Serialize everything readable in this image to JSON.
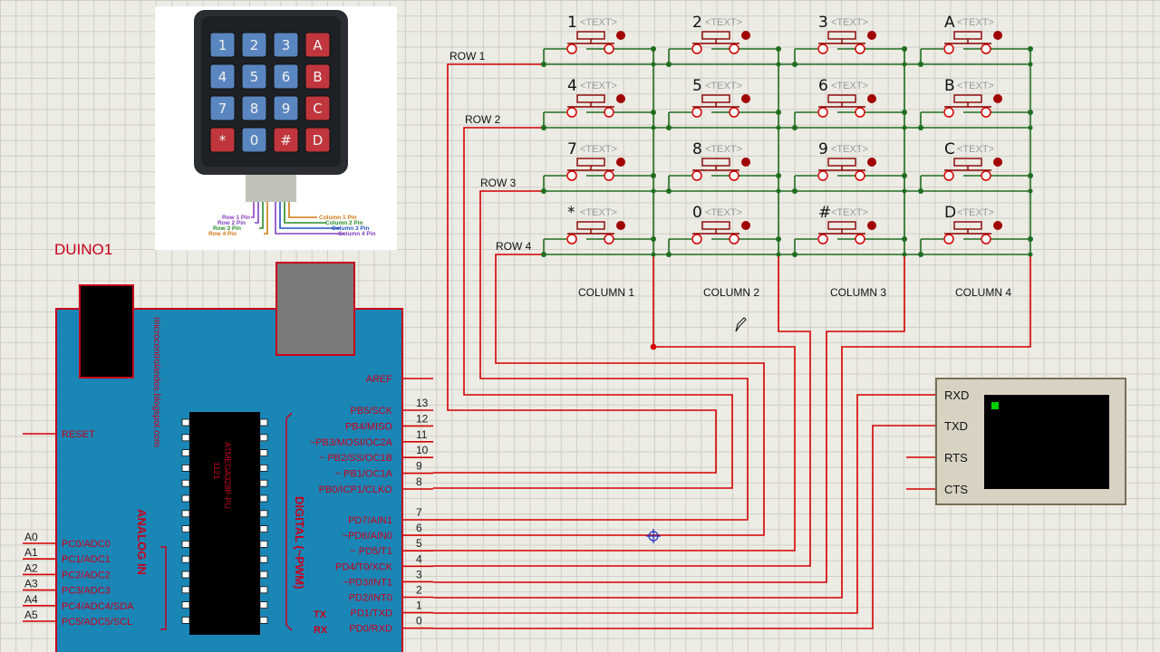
{
  "arduino": {
    "name": "DUINO1",
    "chip_part": "ATMEGA328P-PU",
    "chip_ref": "1121",
    "brand_text": "microcontrolandos.blogspot.com",
    "reset_label": "RESET",
    "aref_label": "AREF",
    "analog_header": "ANALOG IN",
    "digital_header": "DIGITAL (~PWM)",
    "tx_mark": "TX",
    "rx_mark": "RX",
    "analog_pins": [
      {
        "ext": "A0",
        "label": "PC0/ADC0"
      },
      {
        "ext": "A1",
        "label": "PC1/ADC1"
      },
      {
        "ext": "A2",
        "label": "PC2/ADC2"
      },
      {
        "ext": "A3",
        "label": "PC3/ADC3"
      },
      {
        "ext": "A4",
        "label": "PC4/ADC4/SDA"
      },
      {
        "ext": "A5",
        "label": "PC5/ADC5/SCL"
      }
    ],
    "digital_pins": [
      {
        "num": "13",
        "label": "PB5/SCK"
      },
      {
        "num": "12",
        "label": "PB4/MISO"
      },
      {
        "num": "11",
        "label": "~PB3/MOSI/OC2A"
      },
      {
        "num": "10",
        "label": "~ PB2/SS/OC1B"
      },
      {
        "num": "9",
        "label": "~ PB1/OC1A"
      },
      {
        "num": "8",
        "label": "PB0/ICP1/CLKO"
      },
      {
        "num": "7",
        "label": "PD7/AIN1"
      },
      {
        "num": "6",
        "label": "~PD6/AIN0"
      },
      {
        "num": "5",
        "label": "~ PD5/T1"
      },
      {
        "num": "4",
        "label": "PD4/T0/XCK"
      },
      {
        "num": "3",
        "label": "~PD3/INT1"
      },
      {
        "num": "2",
        "label": "PD2/INT0"
      },
      {
        "num": "1",
        "label": "PD1/TXD"
      },
      {
        "num": "0",
        "label": "PD0/RXD"
      }
    ]
  },
  "keypad_photo": {
    "keys": [
      "1",
      "2",
      "3",
      "A",
      "4",
      "5",
      "6",
      "B",
      "7",
      "8",
      "9",
      "C",
      "*",
      "0",
      "#",
      "D"
    ],
    "pin_labels_left": [
      "Row 1 Pin",
      "Row 2 Pin",
      "Row 3 Pin",
      "Row 4 Pin"
    ],
    "pin_labels_right": [
      "Column 1 Pin",
      "Column 2 Pin",
      "Column 3 Pin",
      "Column 4 Pin"
    ]
  },
  "keypad_schematic": {
    "keys": [
      "1",
      "2",
      "3",
      "A",
      "4",
      "5",
      "6",
      "B",
      "7",
      "8",
      "9",
      "C",
      "*",
      "0",
      "#",
      "D"
    ],
    "text_tag": "<TEXT>",
    "rows": [
      "ROW 1",
      "ROW 2",
      "ROW 3",
      "ROW 4"
    ],
    "columns": [
      "COLUMN 1",
      "COLUMN 2",
      "COLUMN 3",
      "COLUMN 4"
    ]
  },
  "terminal": {
    "pins": [
      "RXD",
      "TXD",
      "RTS",
      "CTS"
    ]
  },
  "colors": {
    "wire_red": "#d40000",
    "wire_green": "#1f6e1f",
    "board_blue": "#1a86b5",
    "terminal_body": "#d7d2c2",
    "screen": "#000000"
  }
}
